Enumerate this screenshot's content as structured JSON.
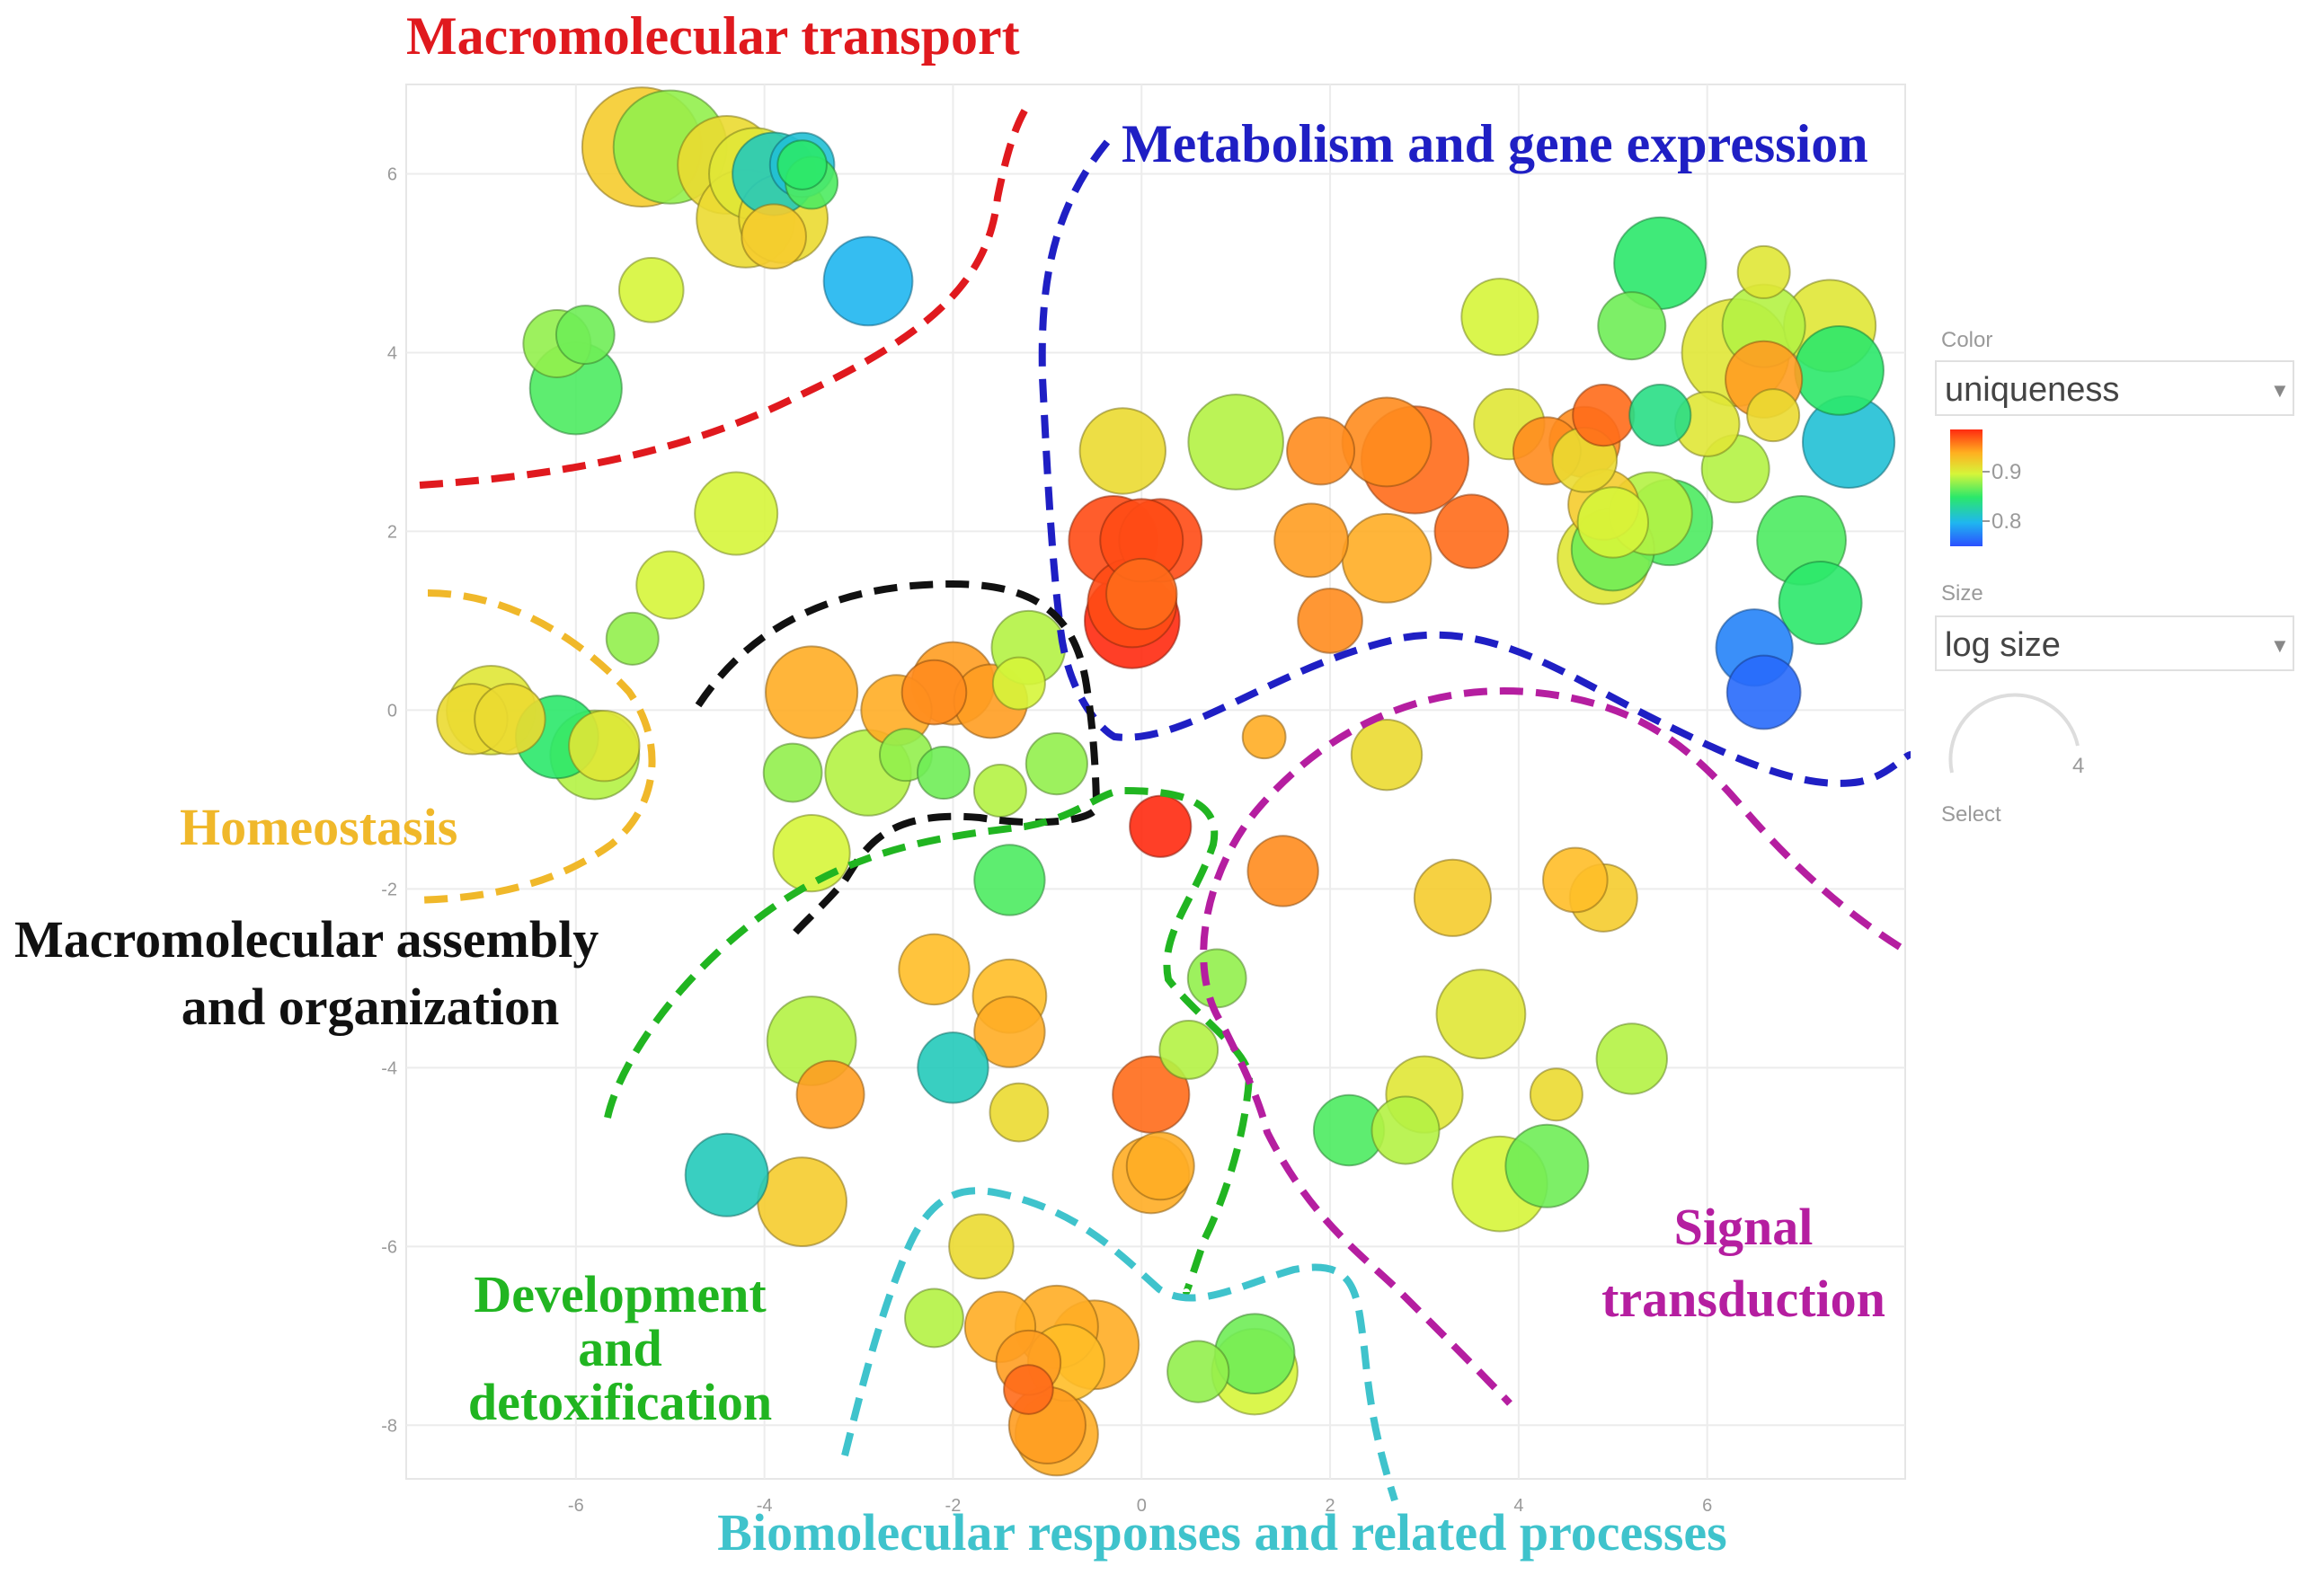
{
  "chart_data": {
    "type": "scatter",
    "title": "",
    "xlabel": "",
    "ylabel": "",
    "xlim": [
      -7.8,
      8.1
    ],
    "ylim": [
      -8.6,
      7.0
    ],
    "x_ticks": [
      -6,
      -4,
      -2,
      0,
      2,
      4,
      6
    ],
    "y_ticks": [
      -8,
      -6,
      -4,
      -2,
      0,
      2,
      4,
      6
    ],
    "x_tick_labels": [
      "-6",
      "-4",
      "-2",
      "0",
      "2",
      "4",
      "6"
    ],
    "y_tick_labels": [
      "-8",
      "-6",
      "-4",
      "-2",
      "0",
      "2",
      "4",
      "6"
    ],
    "grid": true,
    "color_variable": "uniqueness",
    "size_variable": "log size",
    "points": [
      {
        "x": -5.3,
        "y": 6.3,
        "size": 3.2,
        "uniqueness": 0.91
      },
      {
        "x": -5.0,
        "y": 6.3,
        "size": 3.0,
        "uniqueness": 0.86
      },
      {
        "x": -4.4,
        "y": 6.1,
        "size": 2.5,
        "uniqueness": 0.9
      },
      {
        "x": -4.1,
        "y": 6.0,
        "size": 2.3,
        "uniqueness": 0.89
      },
      {
        "x": -3.9,
        "y": 6.0,
        "size": 2.0,
        "uniqueness": 0.8
      },
      {
        "x": -3.6,
        "y": 6.1,
        "size": 1.4,
        "uniqueness": 0.79
      },
      {
        "x": -3.5,
        "y": 5.9,
        "size": 1.0,
        "uniqueness": 0.84
      },
      {
        "x": -3.6,
        "y": 6.1,
        "size": 0.9,
        "uniqueness": 0.83
      },
      {
        "x": -4.2,
        "y": 5.5,
        "size": 2.5,
        "uniqueness": 0.9
      },
      {
        "x": -3.8,
        "y": 5.5,
        "size": 2.2,
        "uniqueness": 0.9
      },
      {
        "x": -3.9,
        "y": 5.3,
        "size": 1.4,
        "uniqueness": 0.91
      },
      {
        "x": -2.9,
        "y": 4.8,
        "size": 2.2,
        "uniqueness": 0.78
      },
      {
        "x": -5.2,
        "y": 4.7,
        "size": 1.4,
        "uniqueness": 0.88
      },
      {
        "x": -6.2,
        "y": 4.1,
        "size": 1.5,
        "uniqueness": 0.86
      },
      {
        "x": -5.9,
        "y": 4.2,
        "size": 1.2,
        "uniqueness": 0.85
      },
      {
        "x": -6.0,
        "y": 3.6,
        "size": 2.3,
        "uniqueness": 0.84
      },
      {
        "x": -4.3,
        "y": 2.2,
        "size": 2.0,
        "uniqueness": 0.88
      },
      {
        "x": -5.0,
        "y": 1.4,
        "size": 1.5,
        "uniqueness": 0.88
      },
      {
        "x": -5.4,
        "y": 0.8,
        "size": 1.0,
        "uniqueness": 0.86
      },
      {
        "x": -6.9,
        "y": 0.0,
        "size": 2.2,
        "uniqueness": 0.89
      },
      {
        "x": -7.1,
        "y": -0.1,
        "size": 1.6,
        "uniqueness": 0.9
      },
      {
        "x": -6.7,
        "y": -0.1,
        "size": 1.6,
        "uniqueness": 0.9
      },
      {
        "x": -6.2,
        "y": -0.3,
        "size": 2.0,
        "uniqueness": 0.83
      },
      {
        "x": -5.8,
        "y": -0.5,
        "size": 2.2,
        "uniqueness": 0.87
      },
      {
        "x": -5.7,
        "y": -0.4,
        "size": 1.6,
        "uniqueness": 0.89
      },
      {
        "x": -3.5,
        "y": 0.2,
        "size": 2.3,
        "uniqueness": 0.93
      },
      {
        "x": -2.0,
        "y": 0.3,
        "size": 2.0,
        "uniqueness": 0.94
      },
      {
        "x": -2.2,
        "y": 0.2,
        "size": 1.4,
        "uniqueness": 0.95
      },
      {
        "x": -1.6,
        "y": 0.1,
        "size": 1.7,
        "uniqueness": 0.94
      },
      {
        "x": -2.6,
        "y": 0.0,
        "size": 1.6,
        "uniqueness": 0.93
      },
      {
        "x": -1.2,
        "y": 0.7,
        "size": 1.7,
        "uniqueness": 0.87
      },
      {
        "x": -1.3,
        "y": 0.3,
        "size": 1.0,
        "uniqueness": 0.88
      },
      {
        "x": -3.7,
        "y": -0.7,
        "size": 1.2,
        "uniqueness": 0.86
      },
      {
        "x": -2.9,
        "y": -0.7,
        "size": 2.1,
        "uniqueness": 0.87
      },
      {
        "x": -2.5,
        "y": -0.5,
        "size": 1.0,
        "uniqueness": 0.86
      },
      {
        "x": -2.1,
        "y": -0.7,
        "size": 1.0,
        "uniqueness": 0.85
      },
      {
        "x": -1.5,
        "y": -0.9,
        "size": 1.0,
        "uniqueness": 0.87
      },
      {
        "x": -0.9,
        "y": -0.6,
        "size": 1.3,
        "uniqueness": 0.86
      },
      {
        "x": -3.5,
        "y": -1.6,
        "size": 1.8,
        "uniqueness": 0.88
      },
      {
        "x": -1.4,
        "y": -1.9,
        "size": 1.6,
        "uniqueness": 0.84
      },
      {
        "x": -0.2,
        "y": 2.9,
        "size": 2.1,
        "uniqueness": 0.9
      },
      {
        "x": 1.0,
        "y": 3.0,
        "size": 2.4,
        "uniqueness": 0.87
      },
      {
        "x": -0.3,
        "y": 1.9,
        "size": 2.2,
        "uniqueness": 0.97
      },
      {
        "x": 0.2,
        "y": 1.9,
        "size": 2.0,
        "uniqueness": 0.97
      },
      {
        "x": -0.1,
        "y": 1.0,
        "size": 2.4,
        "uniqueness": 0.98
      },
      {
        "x": -0.1,
        "y": 1.2,
        "size": 2.2,
        "uniqueness": 0.97
      },
      {
        "x": 0.0,
        "y": 1.3,
        "size": 1.6,
        "uniqueness": 0.96
      },
      {
        "x": 0.0,
        "y": 1.9,
        "size": 2.0,
        "uniqueness": 0.97
      },
      {
        "x": 1.9,
        "y": 2.9,
        "size": 1.5,
        "uniqueness": 0.95
      },
      {
        "x": 2.9,
        "y": 2.8,
        "size": 2.8,
        "uniqueness": 0.96
      },
      {
        "x": 2.6,
        "y": 3.0,
        "size": 2.2,
        "uniqueness": 0.95
      },
      {
        "x": 1.8,
        "y": 1.9,
        "size": 1.7,
        "uniqueness": 0.94
      },
      {
        "x": 2.6,
        "y": 1.7,
        "size": 2.2,
        "uniqueness": 0.93
      },
      {
        "x": 3.5,
        "y": 2.0,
        "size": 1.7,
        "uniqueness": 0.96
      },
      {
        "x": 2.0,
        "y": 1.0,
        "size": 1.4,
        "uniqueness": 0.95
      },
      {
        "x": 3.8,
        "y": 4.4,
        "size": 1.8,
        "uniqueness": 0.88
      },
      {
        "x": 3.9,
        "y": 3.2,
        "size": 1.6,
        "uniqueness": 0.89
      },
      {
        "x": 4.3,
        "y": 2.9,
        "size": 1.5,
        "uniqueness": 0.95
      },
      {
        "x": 4.7,
        "y": 3.0,
        "size": 1.6,
        "uniqueness": 0.95
      },
      {
        "x": 4.9,
        "y": 3.3,
        "size": 1.3,
        "uniqueness": 0.96
      },
      {
        "x": 5.5,
        "y": 3.3,
        "size": 1.3,
        "uniqueness": 0.82
      },
      {
        "x": 4.7,
        "y": 2.8,
        "size": 1.4,
        "uniqueness": 0.9
      },
      {
        "x": 4.9,
        "y": 2.3,
        "size": 1.6,
        "uniqueness": 0.91
      },
      {
        "x": 4.9,
        "y": 1.7,
        "size": 2.3,
        "uniqueness": 0.89
      },
      {
        "x": 5.0,
        "y": 1.8,
        "size": 2.0,
        "uniqueness": 0.85
      },
      {
        "x": 5.4,
        "y": 2.2,
        "size": 2.0,
        "uniqueness": 0.87
      },
      {
        "x": 5.6,
        "y": 2.1,
        "size": 2.1,
        "uniqueness": 0.84
      },
      {
        "x": 5.0,
        "y": 2.1,
        "size": 1.6,
        "uniqueness": 0.88
      },
      {
        "x": 5.5,
        "y": 5.0,
        "size": 2.3,
        "uniqueness": 0.83
      },
      {
        "x": 5.2,
        "y": 4.3,
        "size": 1.5,
        "uniqueness": 0.85
      },
      {
        "x": 6.3,
        "y": 4.0,
        "size": 2.8,
        "uniqueness": 0.89
      },
      {
        "x": 6.6,
        "y": 4.3,
        "size": 2.0,
        "uniqueness": 0.87
      },
      {
        "x": 6.6,
        "y": 4.9,
        "size": 1.0,
        "uniqueness": 0.89
      },
      {
        "x": 6.6,
        "y": 3.7,
        "size": 1.8,
        "uniqueness": 0.94
      },
      {
        "x": 7.3,
        "y": 4.3,
        "size": 2.3,
        "uniqueness": 0.89
      },
      {
        "x": 7.4,
        "y": 3.8,
        "size": 2.2,
        "uniqueness": 0.83
      },
      {
        "x": 7.5,
        "y": 3.0,
        "size": 2.3,
        "uniqueness": 0.79
      },
      {
        "x": 6.0,
        "y": 3.2,
        "size": 1.4,
        "uniqueness": 0.89
      },
      {
        "x": 6.3,
        "y": 2.7,
        "size": 1.5,
        "uniqueness": 0.87
      },
      {
        "x": 6.7,
        "y": 3.3,
        "size": 1.0,
        "uniqueness": 0.9
      },
      {
        "x": 7.0,
        "y": 1.9,
        "size": 2.2,
        "uniqueness": 0.84
      },
      {
        "x": 7.2,
        "y": 1.2,
        "size": 2.0,
        "uniqueness": 0.83
      },
      {
        "x": 6.5,
        "y": 0.7,
        "size": 1.8,
        "uniqueness": 0.76
      },
      {
        "x": 6.6,
        "y": 0.2,
        "size": 1.7,
        "uniqueness": 0.75
      },
      {
        "x": 1.3,
        "y": -0.3,
        "size": 0.7,
        "uniqueness": 0.93
      },
      {
        "x": 2.6,
        "y": -0.5,
        "size": 1.6,
        "uniqueness": 0.9
      },
      {
        "x": 0.2,
        "y": -1.3,
        "size": 1.3,
        "uniqueness": 0.98
      },
      {
        "x": 1.5,
        "y": -1.8,
        "size": 1.6,
        "uniqueness": 0.95
      },
      {
        "x": 3.3,
        "y": -2.1,
        "size": 1.8,
        "uniqueness": 0.91
      },
      {
        "x": 4.6,
        "y": -1.9,
        "size": 1.4,
        "uniqueness": 0.92
      },
      {
        "x": 4.9,
        "y": -2.1,
        "size": 1.5,
        "uniqueness": 0.91
      },
      {
        "x": 0.8,
        "y": -3.0,
        "size": 1.2,
        "uniqueness": 0.86
      },
      {
        "x": 0.5,
        "y": -3.8,
        "size": 1.2,
        "uniqueness": 0.87
      },
      {
        "x": 3.6,
        "y": -3.4,
        "size": 2.2,
        "uniqueness": 0.89
      },
      {
        "x": 3.0,
        "y": -4.3,
        "size": 1.8,
        "uniqueness": 0.89
      },
      {
        "x": 2.8,
        "y": -4.7,
        "size": 1.5,
        "uniqueness": 0.87
      },
      {
        "x": 2.2,
        "y": -4.7,
        "size": 1.6,
        "uniqueness": 0.84
      },
      {
        "x": 3.8,
        "y": -5.3,
        "size": 2.4,
        "uniqueness": 0.88
      },
      {
        "x": 4.3,
        "y": -5.1,
        "size": 2.0,
        "uniqueness": 0.85
      },
      {
        "x": 4.4,
        "y": -4.3,
        "size": 1.0,
        "uniqueness": 0.9
      },
      {
        "x": 5.2,
        "y": -3.9,
        "size": 1.6,
        "uniqueness": 0.87
      },
      {
        "x": -2.2,
        "y": -2.9,
        "size": 1.6,
        "uniqueness": 0.92
      },
      {
        "x": -1.4,
        "y": -3.2,
        "size": 1.7,
        "uniqueness": 0.92
      },
      {
        "x": -1.4,
        "y": -3.6,
        "size": 1.6,
        "uniqueness": 0.93
      },
      {
        "x": -3.5,
        "y": -3.7,
        "size": 2.2,
        "uniqueness": 0.87
      },
      {
        "x": -3.3,
        "y": -4.3,
        "size": 1.5,
        "uniqueness": 0.94
      },
      {
        "x": -2.0,
        "y": -4.0,
        "size": 1.6,
        "uniqueness": 0.8
      },
      {
        "x": -1.3,
        "y": -4.5,
        "size": 1.2,
        "uniqueness": 0.9
      },
      {
        "x": 0.1,
        "y": -4.3,
        "size": 1.8,
        "uniqueness": 0.96
      },
      {
        "x": 0.1,
        "y": -5.2,
        "size": 1.8,
        "uniqueness": 0.93
      },
      {
        "x": 0.2,
        "y": -5.1,
        "size": 1.5,
        "uniqueness": 0.93
      },
      {
        "x": -4.4,
        "y": -5.2,
        "size": 2.0,
        "uniqueness": 0.8
      },
      {
        "x": -3.6,
        "y": -5.5,
        "size": 2.2,
        "uniqueness": 0.91
      },
      {
        "x": -1.7,
        "y": -6.0,
        "size": 1.4,
        "uniqueness": 0.9
      },
      {
        "x": -2.2,
        "y": -6.8,
        "size": 1.2,
        "uniqueness": 0.87
      },
      {
        "x": -1.5,
        "y": -6.9,
        "size": 1.6,
        "uniqueness": 0.93
      },
      {
        "x": -0.9,
        "y": -6.9,
        "size": 2.0,
        "uniqueness": 0.93
      },
      {
        "x": -0.5,
        "y": -7.1,
        "size": 2.2,
        "uniqueness": 0.93
      },
      {
        "x": -0.8,
        "y": -7.3,
        "size": 1.8,
        "uniqueness": 0.92
      },
      {
        "x": -1.2,
        "y": -7.3,
        "size": 1.4,
        "uniqueness": 0.94
      },
      {
        "x": -1.2,
        "y": -7.6,
        "size": 0.9,
        "uniqueness": 0.96
      },
      {
        "x": -0.9,
        "y": -8.1,
        "size": 2.0,
        "uniqueness": 0.93
      },
      {
        "x": -1.0,
        "y": -8.0,
        "size": 1.8,
        "uniqueness": 0.94
      },
      {
        "x": 1.2,
        "y": -7.4,
        "size": 2.1,
        "uniqueness": 0.88
      },
      {
        "x": 1.2,
        "y": -7.2,
        "size": 1.9,
        "uniqueness": 0.85
      },
      {
        "x": 0.6,
        "y": -7.4,
        "size": 1.3,
        "uniqueness": 0.86
      }
    ],
    "regions": [
      {
        "label": "Macromolecular transport",
        "color": "#e0191e"
      },
      {
        "label": "Metabolism and gene expression",
        "color": "#1f1fc4"
      },
      {
        "label": "Homeostasis",
        "color": "#f0b82a"
      },
      {
        "label": "Macromolecular assembly",
        "label2": "and organization",
        "color": "#111111"
      },
      {
        "label": "Development",
        "label2": "and",
        "label3": "detoxification",
        "color": "#21b521"
      },
      {
        "label": "Signal",
        "label2": "transduction",
        "color": "#b51ea0"
      },
      {
        "label": "Biomolecular responses and related processes",
        "color": "#3fc3cc"
      }
    ]
  },
  "panel": {
    "color_heading": "Color",
    "color_select": "uniqueness",
    "legend_ticks": [
      "0.9",
      "0.8"
    ],
    "size_heading": "Size",
    "size_select": "log size",
    "size_slider_value": "4",
    "select_label": "Select",
    "arrow_glyph": "▼"
  }
}
